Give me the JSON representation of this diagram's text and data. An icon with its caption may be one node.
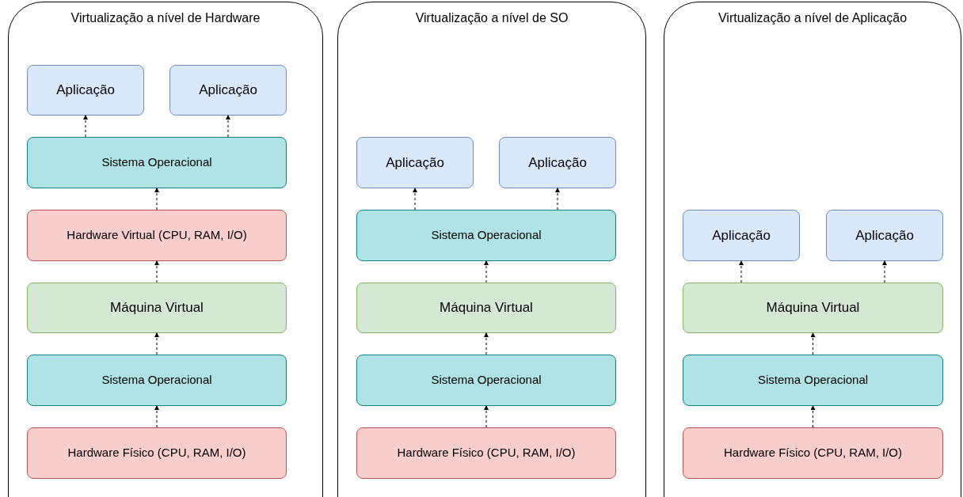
{
  "diagram": {
    "nodes": [
      {
        "text": [
          "Virtualização a nível de Hardware"
        ]
      },
      {
        "text": [
          "Aplicação"
        ],
        "in": 0
      },
      {
        "text": [
          "Aplicação"
        ],
        "in": 0
      },
      {
        "text": [
          "Sistema Operacional"
        ],
        "in": 0
      },
      {
        "text": [
          "Hardware Virtual (CPU, RAM, I/O)"
        ],
        "in": 0
      },
      {
        "text": [
          "Máquina Virtual"
        ],
        "in": 0
      },
      {
        "text": [
          "Sistema Operacional"
        ],
        "in": 0
      },
      {
        "text": [
          "Hardware Físico (CPU, RAM, I/O)"
        ],
        "in": 0
      },
      {
        "text": [
          "Virtualização a nível de SO"
        ]
      },
      {
        "text": [
          "Aplicação"
        ],
        "in": 8
      },
      {
        "text": [
          "Aplicação"
        ],
        "in": 8
      },
      {
        "text": [
          "Sistema Operacional"
        ],
        "in": 8
      },
      {
        "text": [
          "Máquina Virtual"
        ],
        "in": 8
      },
      {
        "text": [
          "Sistema Operacional"
        ],
        "in": 8
      },
      {
        "text": [
          "Hardware Físico (CPU, RAM, I/O)"
        ],
        "in": 8
      },
      {
        "text": [
          "Virtualização a nível de Aplicação"
        ]
      },
      {
        "text": [
          "Aplicação"
        ],
        "in": 15
      },
      {
        "text": [
          "Aplicação"
        ],
        "in": 15
      },
      {
        "text": [
          "Máquina Virtual"
        ],
        "in": 15
      },
      {
        "text": [
          "Sistema Operacional"
        ],
        "in": 15
      },
      {
        "text": [
          "Hardware Físico (CPU, RAM, I/O)"
        ],
        "in": 15
      }
    ],
    "edges": [
      {
        "from": 3,
        "to": 1,
        "arrow": "to",
        "style": "dashed"
      },
      {
        "from": 3,
        "to": 2,
        "arrow": "to",
        "style": "dashed"
      },
      {
        "from": 4,
        "to": 3,
        "arrow": "to",
        "style": "dashed"
      },
      {
        "from": 5,
        "to": 4,
        "arrow": "to",
        "style": "dashed"
      },
      {
        "from": 6,
        "to": 5,
        "arrow": "to",
        "style": "dashed"
      },
      {
        "from": 7,
        "to": 6,
        "arrow": "to",
        "style": "dashed"
      },
      {
        "from": 11,
        "to": 9,
        "arrow": "to",
        "style": "dashed"
      },
      {
        "from": 11,
        "to": 10,
        "arrow": "to",
        "style": "dashed"
      },
      {
        "from": 12,
        "to": 11,
        "arrow": "to",
        "style": "dashed"
      },
      {
        "from": 13,
        "to": 12,
        "arrow": "to",
        "style": "dashed"
      },
      {
        "from": 14,
        "to": 13,
        "arrow": "to",
        "style": "dashed"
      },
      {
        "from": 18,
        "to": 16,
        "arrow": "to",
        "style": "dashed"
      },
      {
        "from": 18,
        "to": 17,
        "arrow": "to",
        "style": "dashed"
      },
      {
        "from": 19,
        "to": 18,
        "arrow": "to",
        "style": "dashed"
      },
      {
        "from": 20,
        "to": 19,
        "arrow": "to",
        "style": "dashed"
      }
    ]
  }
}
